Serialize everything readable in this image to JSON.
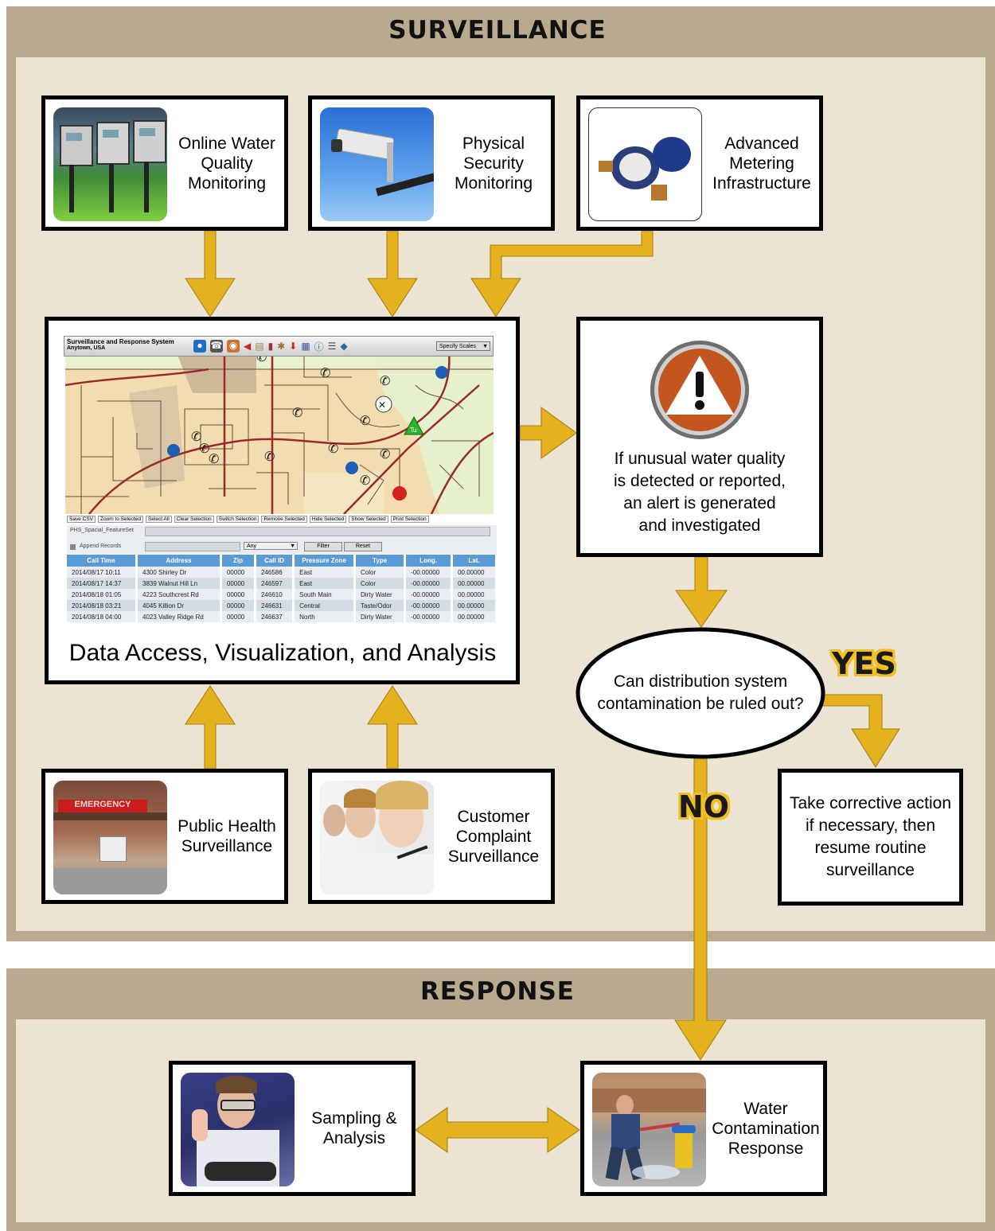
{
  "sections": {
    "surveillance_title": "SURVEILLANCE",
    "response_title": "RESPONSE"
  },
  "boxes": {
    "online_water_quality": [
      "Online Water",
      "Quality",
      "Monitoring"
    ],
    "physical_security": [
      "Physical",
      "Security",
      "Monitoring"
    ],
    "advanced_metering": [
      "Advanced",
      "Metering",
      "Infrastructure"
    ],
    "alert": [
      "If unusual water quality",
      "is detected or reported,",
      "an alert is generated",
      "and investigated"
    ],
    "decision": [
      "Can distribution system",
      "contamination be ruled out?"
    ],
    "public_health": [
      "Public Health",
      "Surveillance"
    ],
    "customer_complaint": [
      "Customer",
      "Complaint",
      "Surveillance"
    ],
    "corrective_action": [
      "Take corrective action",
      "if necessary, then",
      "resume routine",
      "surveillance"
    ],
    "sampling": [
      "Sampling &",
      "Analysis"
    ],
    "contamination_response": [
      "Water",
      "Contamination",
      "Response"
    ],
    "data_access_caption": "Data Access, Visualization, and Analysis"
  },
  "labels": {
    "yes": "YES",
    "no": "NO"
  },
  "mini_ui": {
    "app_title": "Surveillance and Response System",
    "app_subtitle": "Anytown, USA",
    "scale_select": "Specify Scales",
    "selection_buttons": [
      "Save CSV",
      "Zoom to Selected",
      "Select All",
      "Clear Selection",
      "Switch Selection",
      "Remove Selected",
      "Hide Selected",
      "Show Selected",
      "Print Selection"
    ],
    "feature_set": "PHS_Spacial_FeatureSet",
    "append_records": "Append Records",
    "any_select": "Any",
    "filter_button": "Filter",
    "reset_button": "Reset",
    "map_label_tu": "Tu",
    "table": {
      "headers": [
        "Call Time",
        "Address",
        "Zip",
        "Call ID",
        "Pressure Zone",
        "Type",
        "Long.",
        "Lat."
      ],
      "rows": [
        [
          "2014/08/17  10:11",
          "4300 Shirley Dr",
          "00000",
          "246586",
          "East",
          "Color",
          "-00.00000",
          "00.00000"
        ],
        [
          "2014/08/17  14:37",
          "3839 Walnut Hill Ln",
          "00000",
          "246597",
          "East",
          "Color",
          "-00.00000",
          "00.00000"
        ],
        [
          "2014/08/18  01:05",
          "4223 Southcrest Rd",
          "00000",
          "246610",
          "South Main",
          "Dirty Water",
          "-00.00000",
          "00.00000"
        ],
        [
          "2014/08/18  03:21",
          "4045 Killion Dr",
          "00000",
          "246631",
          "Central",
          "Taste/Odor",
          "-00.00000",
          "00.00000"
        ],
        [
          "2014/08/18  04:00",
          "4023 Valley Ridge Rd",
          "00000",
          "246637",
          "North",
          "Dirty Water",
          "-00.00000",
          "00.00000"
        ]
      ]
    }
  },
  "colors": {
    "arrow": "#e4b21e",
    "band": "#b9a98e",
    "panel": "#ece3d3",
    "table_header": "#5b9bd5"
  }
}
